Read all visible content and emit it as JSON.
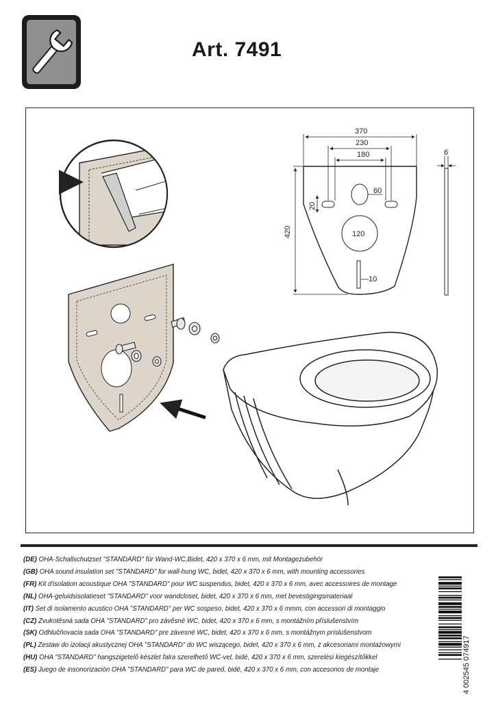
{
  "header": {
    "icon": "wrench-icon",
    "title": "Art. 7491"
  },
  "drawing": {
    "dimensions": {
      "width_total": "370",
      "hole_span_outer": "230",
      "hole_span_inner": "180",
      "thickness": "6",
      "height": "420",
      "slot_height": "20",
      "top_hole": "60",
      "center_hole": "120",
      "bottom_slot": "10"
    }
  },
  "descriptions": [
    {
      "code": "(DE)",
      "text": " OHA-Schallschutzset \"STANDARD\" für Wand-WC,Bidet, 420 x 370 x 6 mm, mit Montagezubehör"
    },
    {
      "code": "(GB)",
      "text": " OHA sound insulation set \"STANDARD\" for wall-hung WC, bidet, 420 x 370 x 6 mm, with mounting accessories"
    },
    {
      "code": "(FR)",
      "text": " Kit d'isolation acoustique OHA \"STANDARD\" pour WC suspendus, bidet, 420 x 370 x 6 mm, avec accessoires de montage"
    },
    {
      "code": "(NL)",
      "text": " OHA-geluidsisolatieset \"STANDARD\" voor wandcloset, bidet, 420 x 370 x 6 mm, met bevestigingsmateriaal"
    },
    {
      "code": "(IT)",
      "text": " Set di isolamento acustico OHA \"STANDARD\" per WC sospeso, bidet, 420 x 370 x 6 mmm, con accessori di montaggio"
    },
    {
      "code": "(CZ)",
      "text": " Zvukotěsná sada OHA \"STANDARD\" pro závěsné WC, bidet, 420 x 370 x 6 mm, s montážním příslušenstvím"
    },
    {
      "code": "(SK)",
      "text": " Odhlučňovacia sada OHA \"STANDARD\" pre závesné WC, bidet, 420 x 370 x 6 mm, s montážnym príslušenstvom"
    },
    {
      "code": "(PL)",
      "text": " Zestaw do izolacji akustycznej OHA \"STANDARD\" do WC wiszącego, bidet, 420 x 370 x 6 mm, z akcesoriami montażowymi"
    },
    {
      "code": "(HU)",
      "text": " OHA \"STANDARD\" hangszigetelő készlet falra szerelhető WC-vel, bidé, 420 x 370 x 6 mm, szerelési kiegészítőkkel"
    },
    {
      "code": "(ES)",
      "text": " Juego de insonorización OHA \"STANDARD\" para WC de pared, bidé, 420 x 370 x 6 mm, con accesorios de montaje"
    }
  ],
  "barcode": {
    "digits": "4  002545  074917"
  }
}
